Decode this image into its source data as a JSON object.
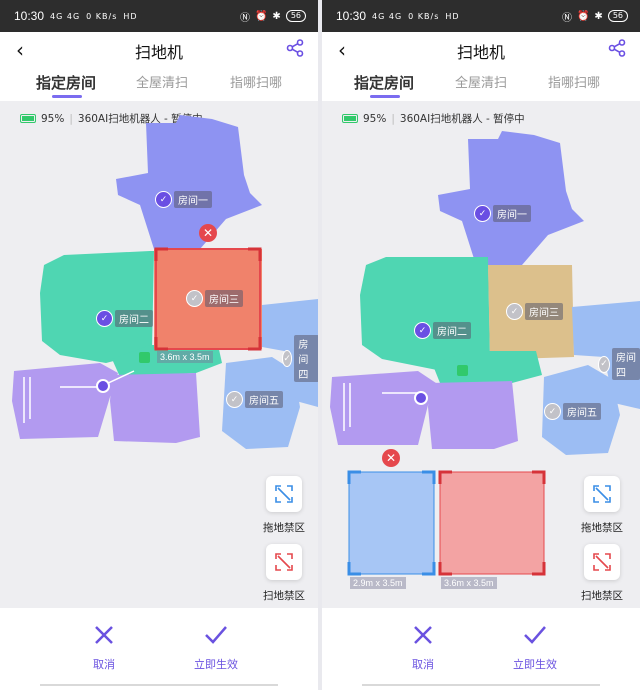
{
  "status_bar": {
    "time": "10:30",
    "signal": "4G 4G",
    "net": "0 KB/s",
    "hd": "HD",
    "battery": "56"
  },
  "header": {
    "title": "扫地机"
  },
  "tabs": [
    "指定房间",
    "全屋清扫",
    "指哪扫哪"
  ],
  "device_status": {
    "battery": "95%",
    "text": "360AI扫地机器人 - 暂停中"
  },
  "left_map": {
    "rooms": [
      {
        "name": "房间一",
        "state": "selected"
      },
      {
        "name": "房间二",
        "state": "selected"
      },
      {
        "name": "房间三",
        "state": "selected"
      },
      {
        "name": "房间五",
        "state": "unselected"
      },
      {
        "name": "房间四",
        "state": "unselected"
      }
    ],
    "zone_dimension": "3.6m x 3.5m"
  },
  "right_map": {
    "rooms": [
      {
        "name": "房间一",
        "state": "selected"
      },
      {
        "name": "房间二",
        "state": "selected"
      },
      {
        "name": "房间三",
        "state": "unselected"
      },
      {
        "name": "房间五",
        "state": "unselected"
      },
      {
        "name": "房间四",
        "state": "unselected"
      }
    ],
    "mop_zone_dimension": "2.9m x 3.5m",
    "sweep_zone_dimension": "3.6m x 3.5m"
  },
  "tools": {
    "mop_no_go": "拖地禁区",
    "sweep_no_go": "扫地禁区"
  },
  "actions": {
    "cancel": "取消",
    "apply": "立即生效"
  },
  "colors": {
    "accent": "#6a4fe3",
    "room_blue": "#8e93f2",
    "room_green": "#4fd6b2",
    "room_purple": "#b29af0",
    "room_lightblue": "#9cbdf3",
    "room_tan": "#dcc08c",
    "zone_red": "#f0826b",
    "zone_blue": "#a7c6f5",
    "zone_pink": "#f3a3a3"
  }
}
